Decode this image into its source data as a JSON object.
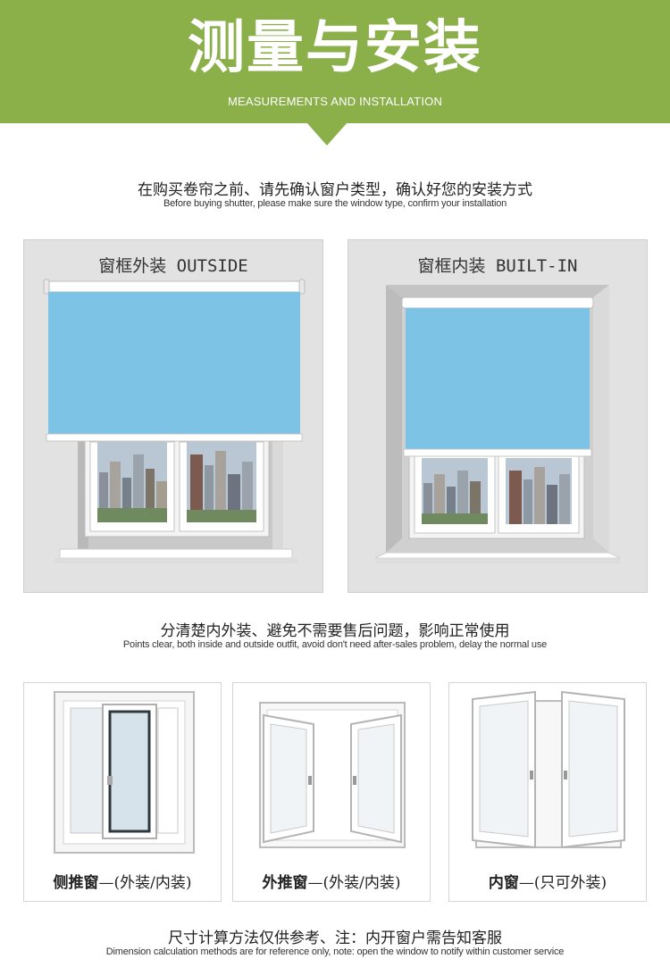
{
  "header": {
    "title": "测量与安装",
    "subtitle": "MEASUREMENTS AND INSTALLATION"
  },
  "intro": {
    "cn": "在购买卷帘之前、请先确认窗户类型，确认好您的安装方式",
    "en": "Before buying shutter, please make sure the window type, confirm your installation"
  },
  "panels": [
    {
      "title": "窗框外装 OUTSIDE"
    },
    {
      "title": "窗框内装 BUILT-IN"
    }
  ],
  "middle": {
    "cn": "分清楚内外装、避免不需要售后问题，影响正常使用",
    "en": "Points clear, both inside and outside outfit, avoid don't need after-sales problem, delay the normal use"
  },
  "cards": [
    {
      "name": "侧推窗",
      "note": "—(外装/内装)"
    },
    {
      "name": "外推窗",
      "note": "—(外装/内装)"
    },
    {
      "name": "内窗",
      "note": "—(只可外装)"
    }
  ],
  "footer": {
    "cn": "尺寸计算方法仅供参考、注：内开窗户需告知客服",
    "en": "Dimension calculation methods are for reference only, note: open the window to notify within customer service"
  },
  "colors": {
    "banner_green": "#8bb04a",
    "blind_blue": "#7cc3e6",
    "panel_gray": "#e2e2e2"
  }
}
